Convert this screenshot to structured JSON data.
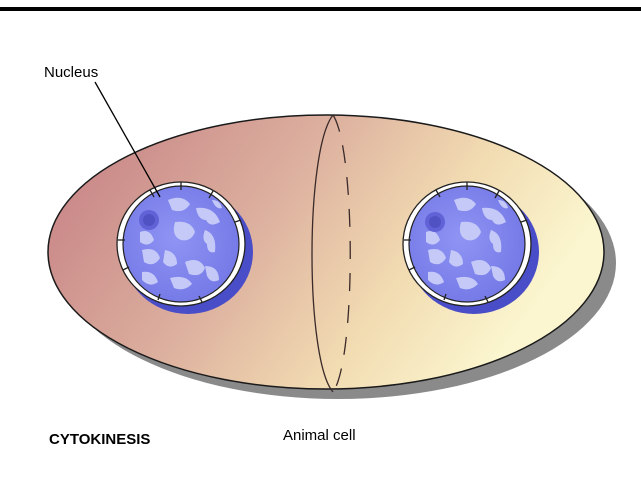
{
  "labels": {
    "nucleus": "Nucleus",
    "stage": "CYTOKINESIS",
    "cell_type": "Animal cell"
  },
  "colors": {
    "cytoplasm_left": "#c9868a",
    "cytoplasm_right": "#f8f4c8",
    "cell_shadow": "#8a8a8a",
    "nucleus_fill": "#8a8ef0",
    "nucleus_dark": "#4a4dc8",
    "chromatin": "#c9cdf8",
    "nucleolus": "#6062d6"
  }
}
